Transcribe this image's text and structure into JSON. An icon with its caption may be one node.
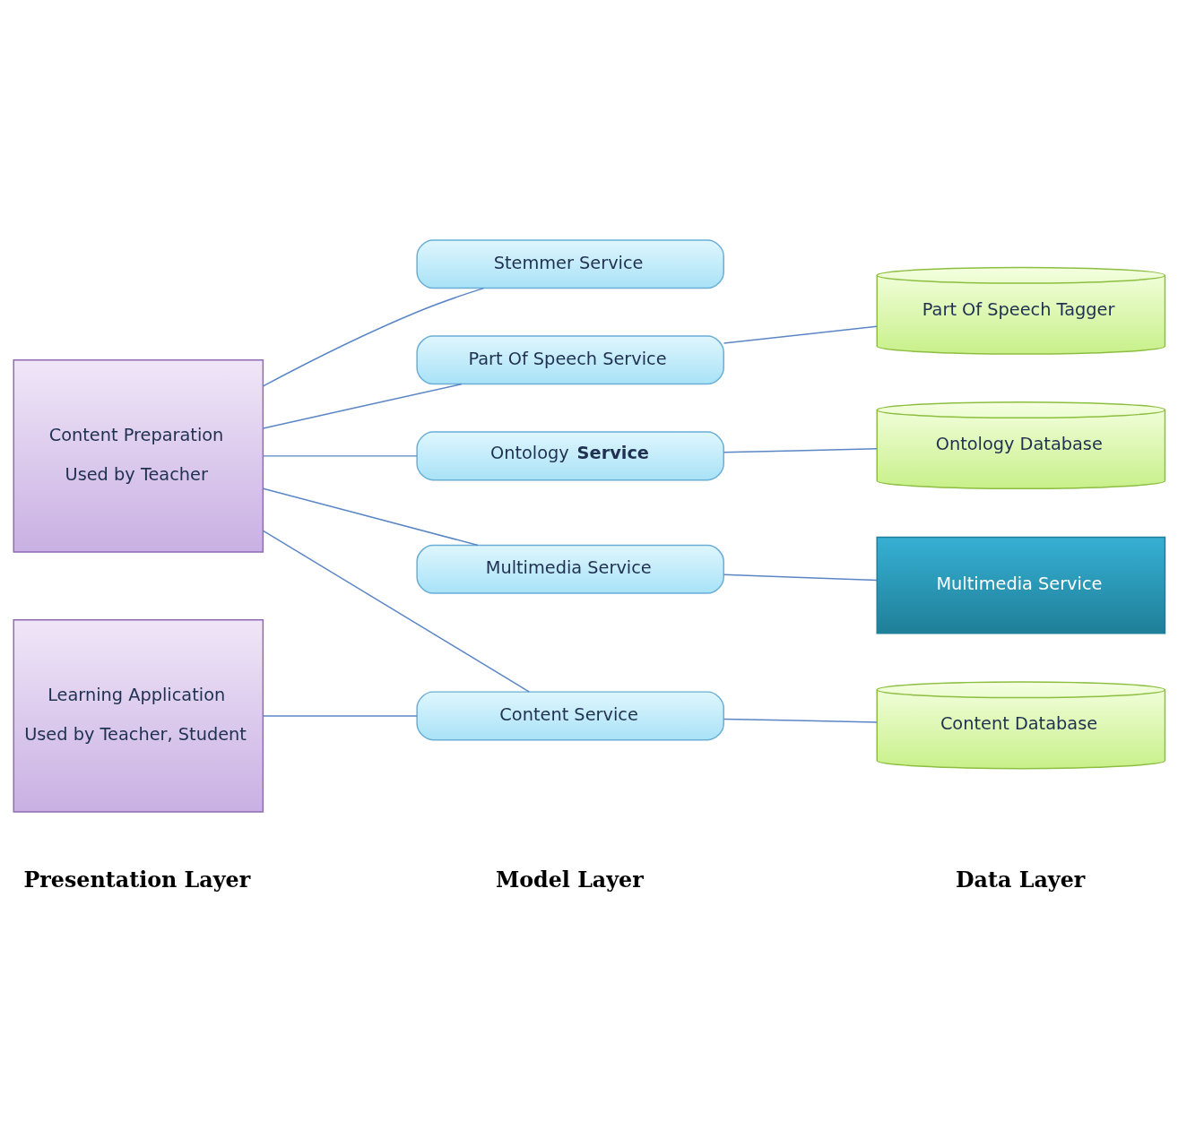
{
  "diagram": {
    "nodes": [
      {
        "text": [
          "Content Preparation",
          "Used by Teacher"
        ]
      },
      {
        "text": [
          "Learning Application",
          "Used by Teacher, Student"
        ]
      },
      {
        "text": [
          "Stemmer Service"
        ]
      },
      {
        "text": [
          "Part Of Speech Service"
        ]
      },
      {
        "text": [
          "Ontology **Service**"
        ]
      },
      {
        "text": [
          "Multimedia Service"
        ]
      },
      {
        "text": [
          "Content Service"
        ]
      },
      {
        "text": [
          "Part Of Speech Tagger"
        ]
      },
      {
        "text": [
          "Ontology Database"
        ]
      },
      {
        "text": [
          "Multimedia Service"
        ]
      },
      {
        "text": [
          "Content Database"
        ]
      }
    ],
    "edges": [
      {
        "from": 0,
        "to": 2,
        "arrow": "none"
      },
      {
        "from": 0,
        "to": 3,
        "arrow": "none"
      },
      {
        "from": 0,
        "to": 4,
        "arrow": "none"
      },
      {
        "from": 0,
        "to": 5,
        "arrow": "none"
      },
      {
        "from": 0,
        "to": 6,
        "arrow": "none"
      },
      {
        "from": 1,
        "to": 6,
        "arrow": "none"
      },
      {
        "from": 3,
        "to": 7,
        "arrow": "none"
      },
      {
        "from": 4,
        "to": 8,
        "arrow": "none"
      },
      {
        "from": 5,
        "to": 9,
        "arrow": "none"
      },
      {
        "from": 6,
        "to": 10,
        "arrow": "none"
      }
    ],
    "labels": [
      "Presentation Layer",
      "Model Layer",
      "Data Layer"
    ]
  }
}
